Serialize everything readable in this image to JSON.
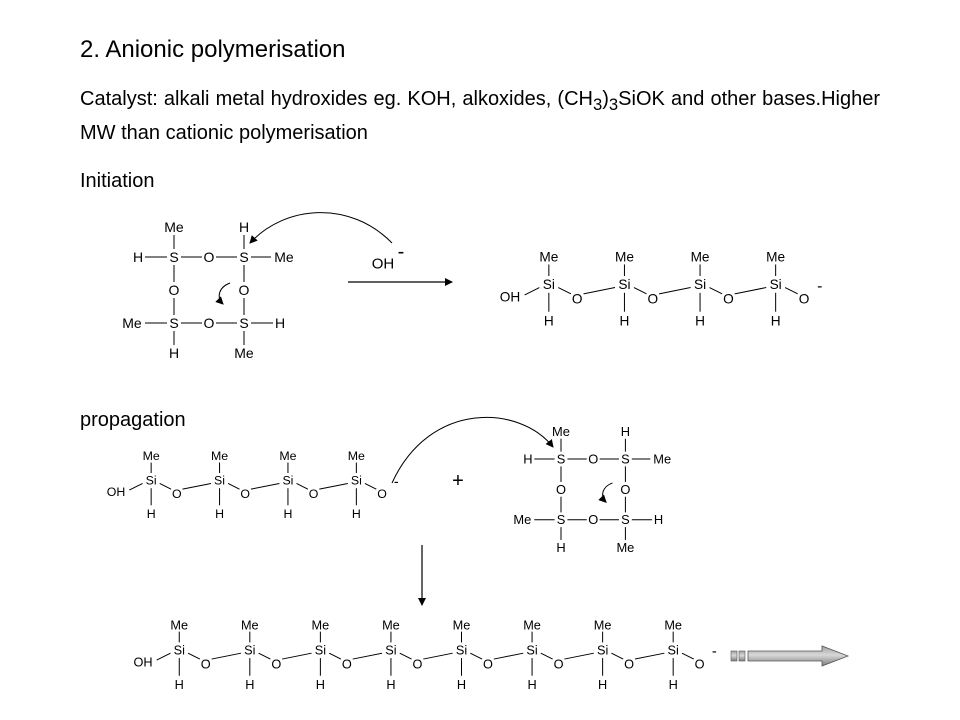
{
  "header": {
    "title": "2. Anionic polymerisation"
  },
  "catalyst": {
    "prefix": "Catalyst: alkali metal hydroxides eg. KOH, alkoxides, (CH",
    "sub1": "3",
    "mid": ")",
    "sub2": "3",
    "suffix": "SiOK and other bases.Higher MW than cationic polymerisation"
  },
  "sections": {
    "initiation": "Initiation",
    "propagation": "propagation"
  },
  "labels": {
    "Me": "Me",
    "H": "H",
    "O": "O",
    "S": "S",
    "Si": "Si",
    "OH": "OH",
    "minus": "-",
    "plus": "+"
  }
}
